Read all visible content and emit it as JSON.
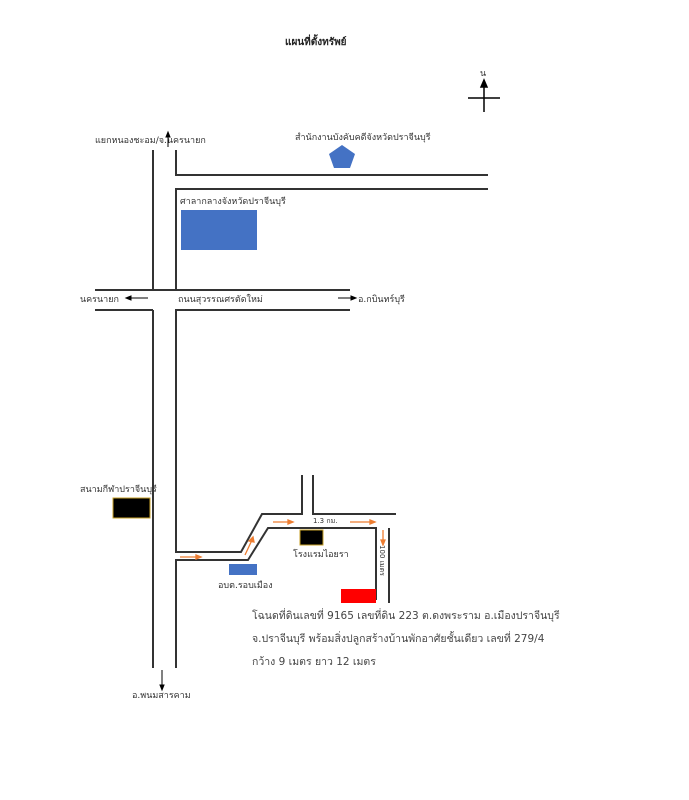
{
  "title": "แผนที่ตั้งทรัพย์",
  "north": "น",
  "labels": {
    "top_left": "แยกหนองชะอม/จ.นครนายก",
    "court": "สำนักงานบังคับคดีจังหวัดปราจีนบุรี",
    "city_hall": "ศาลากลางจังหวัดปราจีนบุรี",
    "west": "นครนายก",
    "road": "ถนนสุวรรณศรตัดใหม่",
    "east": "อ.กบินทร์บุรี",
    "stadium": "สนามกีฬาปราจีนบุรี",
    "distance_1": "1.3 กม.",
    "hotel": "โรงแรมไอยรา",
    "sao": "อบต.รอบเมือง",
    "distance_2": "100 เมตร",
    "south": "อ.พนมสารคาม"
  },
  "description": [
    "โฉนดที่ดินเลขที่ 9165 เลขที่ดิน 223 ต.ดงพระราม อ.เมืองปราจีนบุรี",
    "จ.ปราจีนบุรี พร้อมสิ่งปลูกสร้างบ้านพักอาศัยชั้นเดียว เลขที่ 279/4",
    "กว้าง 9 เมตร ยาว 12 เมตร"
  ],
  "colors": {
    "road": "#333333",
    "blue": "#4472c4",
    "red": "#ff0000",
    "arrow": "#ed7d31",
    "marker": "#000000"
  }
}
